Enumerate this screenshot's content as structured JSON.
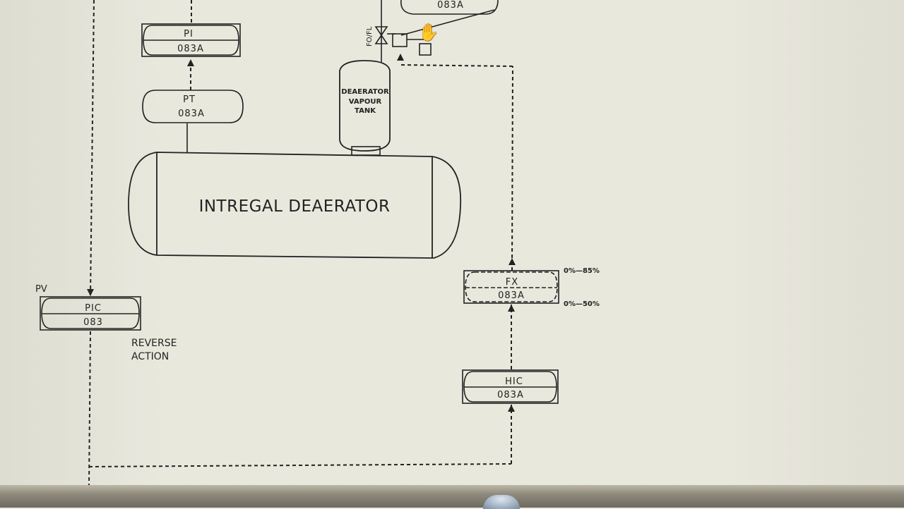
{
  "vessel": {
    "main_label": "INTREGAL DEAERATOR",
    "tank_label_lines": [
      "DEAERATOR",
      "VAPOUR",
      "TANK"
    ]
  },
  "instruments": {
    "pi": {
      "top": "PI",
      "bottom": "083A"
    },
    "pt": {
      "top": "PT",
      "bottom": "083A"
    },
    "pic": {
      "top": "PIC",
      "bottom": "083"
    },
    "fx": {
      "top": "FX",
      "bottom": "083A"
    },
    "hic": {
      "top": "HIC",
      "bottom": "083A"
    },
    "top_bubble": {
      "bottom": "083A"
    }
  },
  "labels": {
    "pv": "PV",
    "reverse_action_line1": "REVERSE",
    "reverse_action_line2": "ACTION",
    "valve_tag": "FO/FL",
    "range_high": "0%—85%",
    "range_low": "0%—50%"
  },
  "icons": {
    "hand": "✋"
  }
}
